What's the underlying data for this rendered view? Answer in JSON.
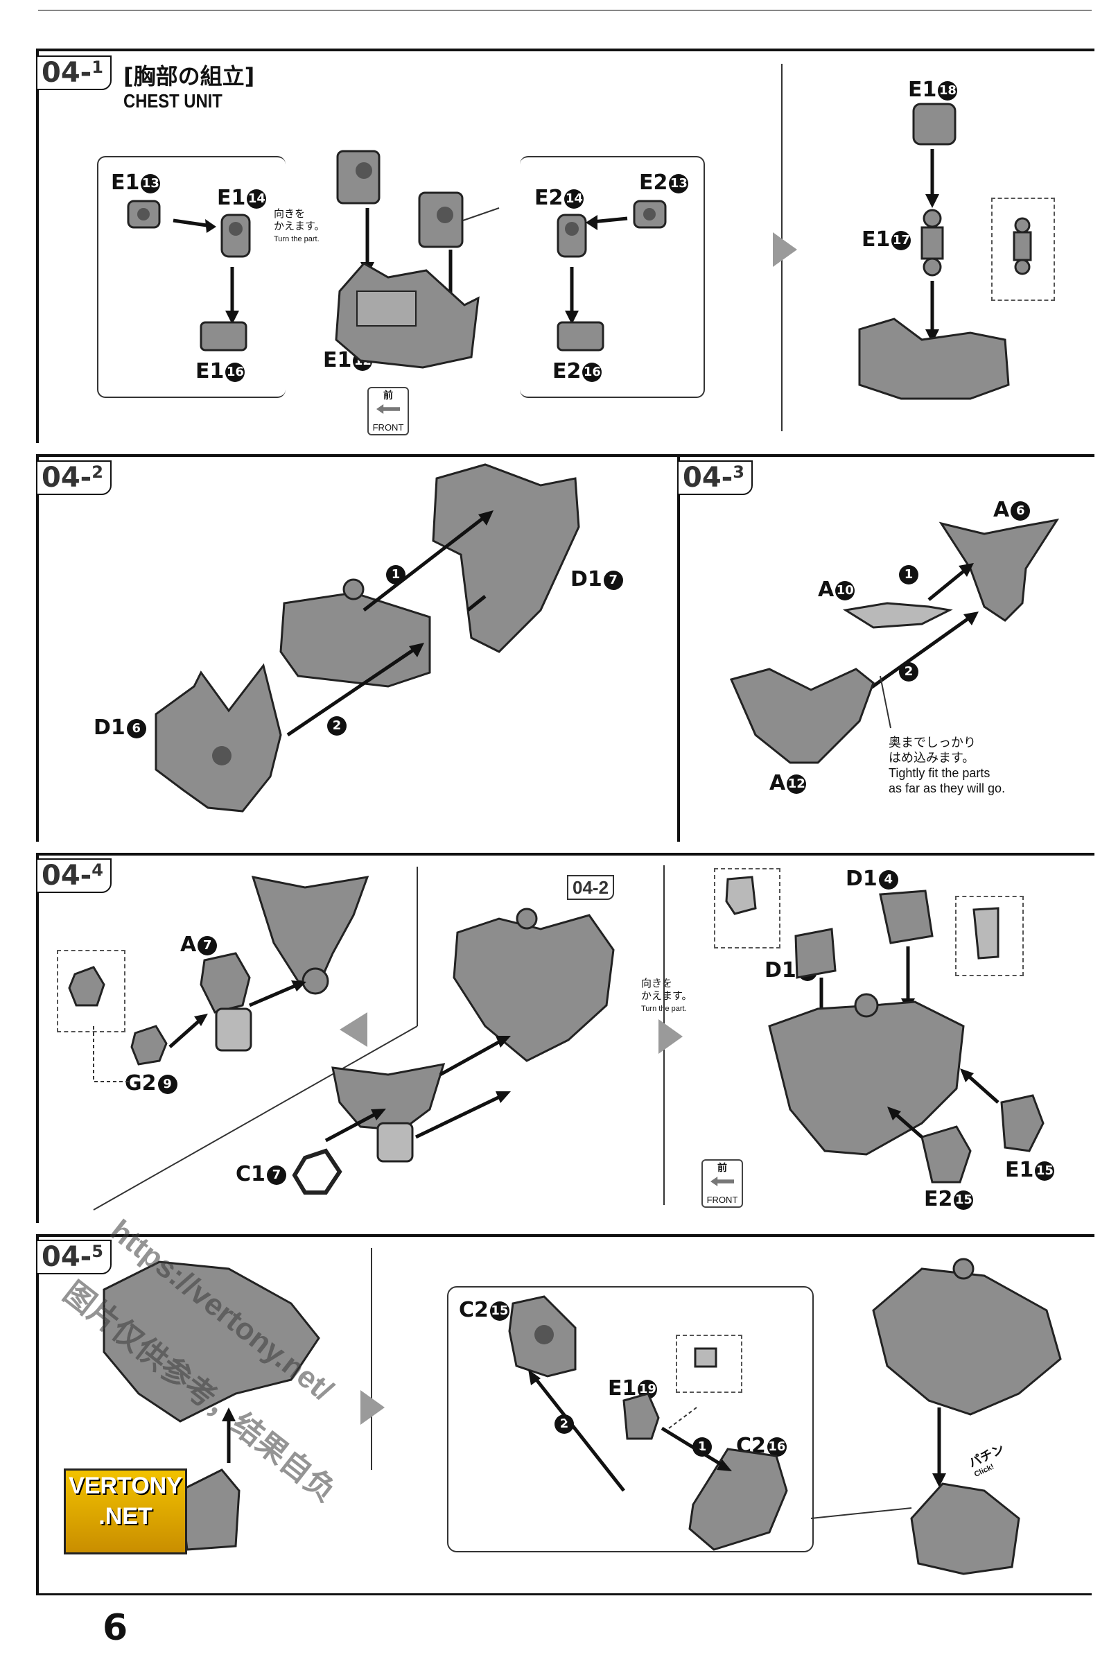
{
  "page": {
    "number": "6"
  },
  "sections": {
    "s1": {
      "step": "04-",
      "sub": "1",
      "title_jp": "[胸部の組立]",
      "title_en": "CHEST UNIT",
      "turn_jp": "向きを\nかえます。",
      "turn_en": "Turn the part.",
      "front_jp": "前",
      "front_en": "FRONT"
    },
    "s2": {
      "step": "04-",
      "sub": "2"
    },
    "s3": {
      "step": "04-",
      "sub": "3",
      "note_jp": "奥までしっかり\nはめ込みます。",
      "note_en": "Tightly fit the parts\nas far as they will go."
    },
    "s4": {
      "step": "04-",
      "sub": "4",
      "ref_badge": "04-2",
      "turn_jp": "向きを\nかえます。",
      "turn_en": "Turn the part.",
      "front_jp": "前",
      "front_en": "FRONT"
    },
    "s5": {
      "step": "04-",
      "sub": "5",
      "click_jp": "パチン",
      "click_en": "Click!"
    }
  },
  "parts": {
    "e1_13": {
      "code": "E1",
      "num": "13"
    },
    "e1_14": {
      "code": "E1",
      "num": "14"
    },
    "e1_16": {
      "code": "E1",
      "num": "16"
    },
    "e1_12": {
      "code": "E1",
      "num": "12"
    },
    "e2_14": {
      "code": "E2",
      "num": "14"
    },
    "e2_13": {
      "code": "E2",
      "num": "13"
    },
    "e2_16": {
      "code": "E2",
      "num": "16"
    },
    "e1_18": {
      "code": "E1",
      "num": "18"
    },
    "e1_17": {
      "code": "E1",
      "num": "17"
    },
    "d1_7": {
      "code": "D1",
      "num": "7"
    },
    "d1_6": {
      "code": "D1",
      "num": "6"
    },
    "a_6": {
      "code": "A",
      "num": "6"
    },
    "a_10": {
      "code": "A",
      "num": "10"
    },
    "a_12": {
      "code": "A",
      "num": "12"
    },
    "a_7": {
      "code": "A",
      "num": "7"
    },
    "g2_9": {
      "code": "G2",
      "num": "9"
    },
    "c1_7": {
      "code": "C1",
      "num": "7"
    },
    "d1_4": {
      "code": "D1",
      "num": "4"
    },
    "d1_5": {
      "code": "D1",
      "num": "5"
    },
    "e1_15": {
      "code": "E1",
      "num": "15"
    },
    "e2_15": {
      "code": "E2",
      "num": "15"
    },
    "c2_15": {
      "code": "C2",
      "num": "15"
    },
    "e1_19": {
      "code": "E1",
      "num": "19"
    },
    "c2_16": {
      "code": "C2",
      "num": "16"
    }
  },
  "order": {
    "one": "1",
    "two": "2"
  },
  "watermark": {
    "url": "https://vertony.net/",
    "logo": "VERTONY\n.NET",
    "cn": "图片仅供参考，结果自负"
  }
}
